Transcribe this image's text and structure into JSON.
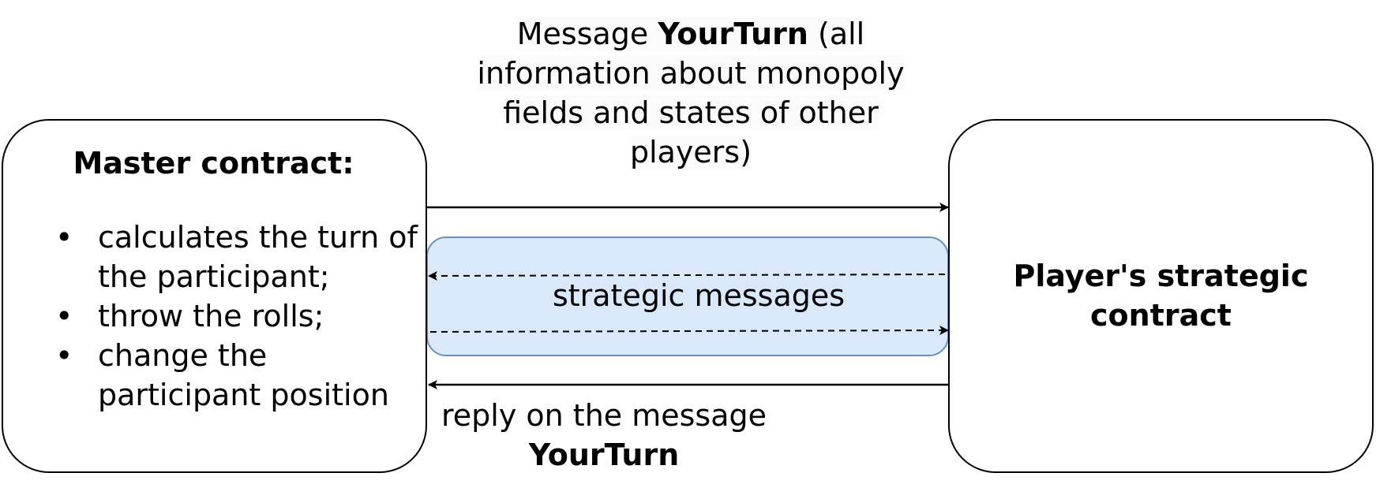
{
  "top_message": {
    "prefix": "Message ",
    "bold": "YourTurn",
    "suffix": " (all information about monopoly fields and states of other players)"
  },
  "master": {
    "title": "Master contract:",
    "items": [
      "calculates the turn of the participant;",
      "throw the rolls;",
      "change the participant position"
    ]
  },
  "player": {
    "label": "Player's strategic contract"
  },
  "middle": {
    "label": "strategic messages"
  },
  "reply": {
    "prefix": "reply on the message",
    "bold": "YourTurn"
  },
  "colors": {
    "band_fill": "#dae8fc",
    "band_stroke": "#6c8ebf",
    "line": "#000000"
  }
}
